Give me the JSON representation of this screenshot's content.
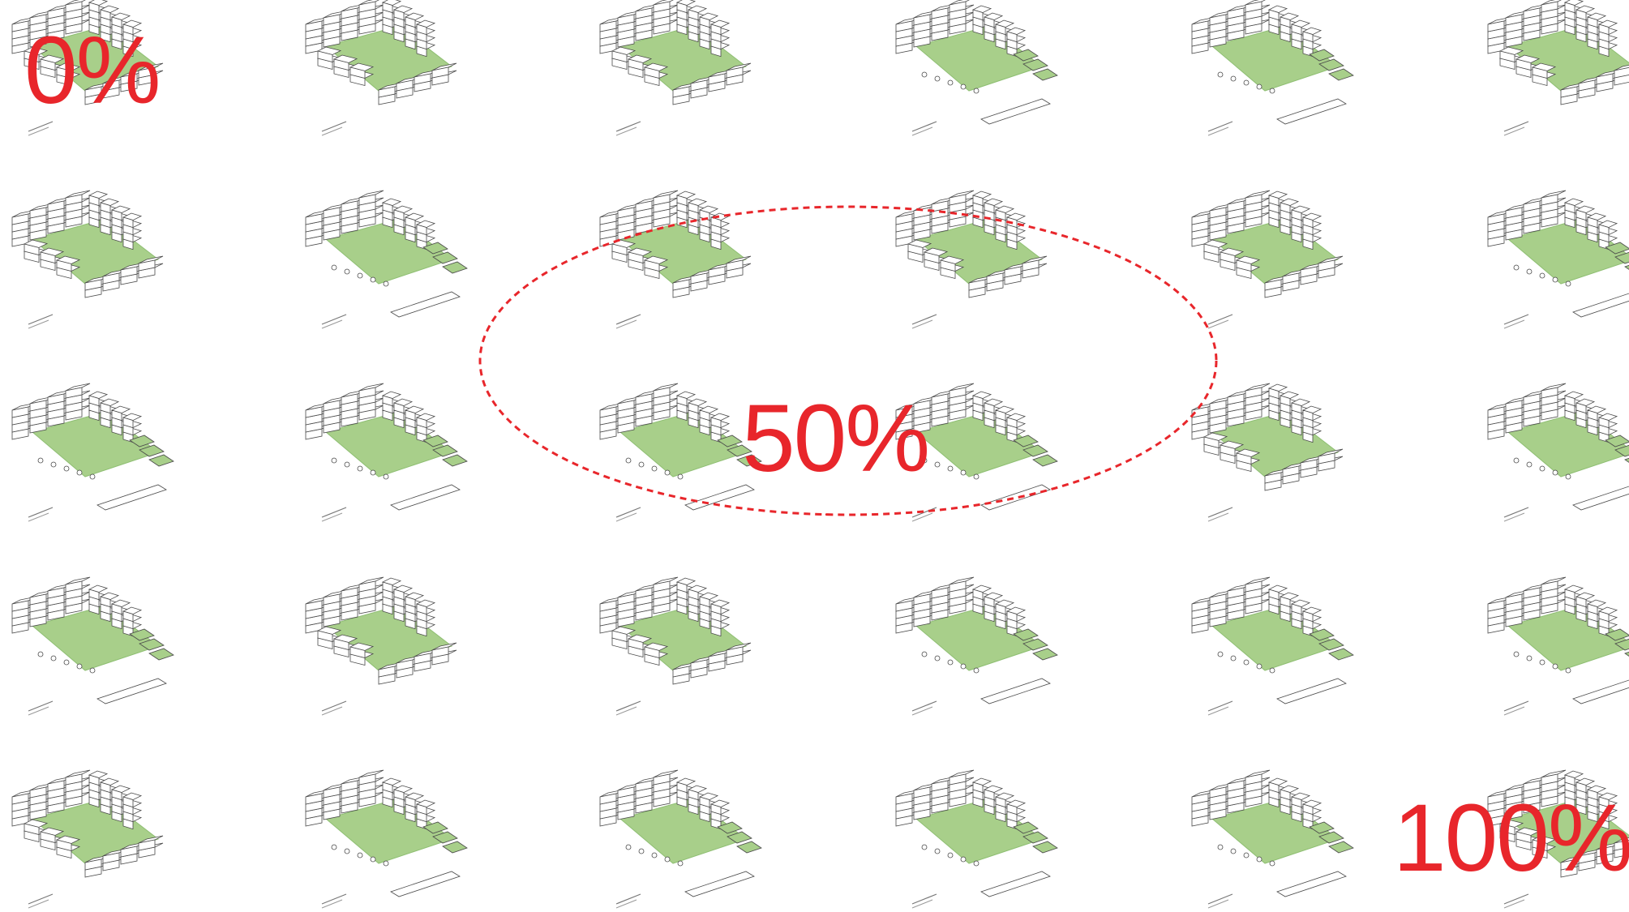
{
  "labels": {
    "start": "0%",
    "middle": "50%",
    "end": "100%"
  },
  "colors": {
    "accent": "#e8262b",
    "green": "#a8cf8a",
    "green_stroke": "#8fbf73",
    "line": "#4a4a4a"
  },
  "highlight": {
    "style": "dashed-ellipse",
    "cells": [
      "r1c2",
      "r1c3",
      "r2c2",
      "r2c3"
    ]
  },
  "grid": {
    "rows": 5,
    "columns": 6
  },
  "variants": [
    [
      "full",
      "full",
      "full",
      "split",
      "split",
      "full"
    ],
    [
      "full",
      "split",
      "full",
      "full",
      "full",
      "split"
    ],
    [
      "split",
      "split",
      "split",
      "split",
      "full",
      "split"
    ],
    [
      "split",
      "full",
      "full",
      "split",
      "split",
      "split"
    ],
    [
      "full",
      "split",
      "split",
      "split",
      "split",
      "full"
    ]
  ]
}
